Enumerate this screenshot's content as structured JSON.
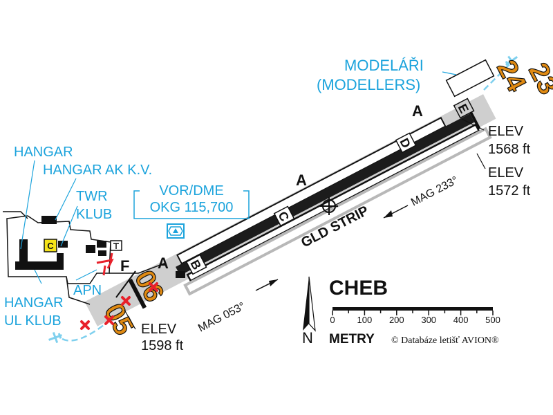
{
  "airport": {
    "name": "CHEB"
  },
  "labels": {
    "hangar": "HANGAR",
    "hangar_ak": "HANGAR AK K.V.",
    "twr": "TWR",
    "klub": "KLUB",
    "vor": "VOR/DME",
    "vor_freq": "OKG 115,700",
    "modelari": "MODELÁŘI",
    "modellers": "(MODELLERS)",
    "hangar_ul": "HANGAR",
    "ul_klub": "UL KLUB",
    "apn": "APN",
    "c_icon": "C"
  },
  "runway": {
    "designators": {
      "r06": "06",
      "r05": "05",
      "r24": "24",
      "r23": "23"
    },
    "mag_053": "MAG 053°",
    "mag_233": "MAG 233°",
    "gld_strip": "GLD STRIP",
    "taxiways": {
      "A": "A",
      "B": "B",
      "C": "C",
      "D": "D",
      "E": "E",
      "F": "F"
    }
  },
  "elevations": {
    "elev": "ELEV",
    "sw": "1598 ft",
    "ne_1": "1568 ft",
    "ne_2": "1572 ft"
  },
  "scale": {
    "ticks": [
      "0",
      "100",
      "200",
      "300",
      "400",
      "500"
    ],
    "unit": "METRY"
  },
  "north": {
    "label": "N"
  },
  "copyright": "© Databáze letišť AVION®",
  "colors": {
    "blue": "#1ba3dc",
    "orange": "#e08a12",
    "red": "#e8202a",
    "dark": "#111111",
    "gray": "#cfcfcf",
    "yellow": "#f5e31a"
  }
}
